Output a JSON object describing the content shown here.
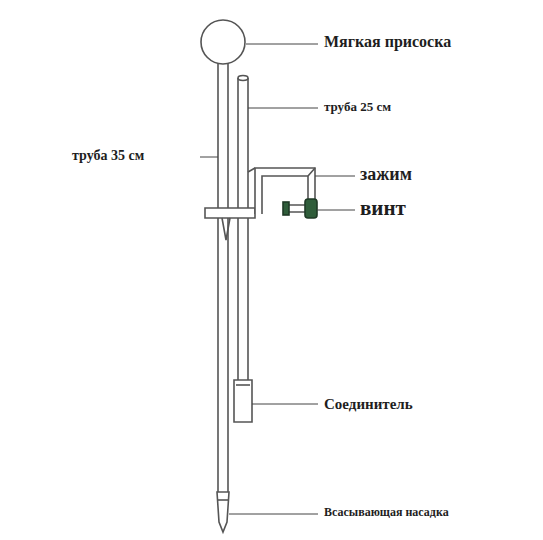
{
  "diagram": {
    "labels": [
      "Мягкая присоска",
      "труба 25 см",
      "труба 35 см",
      "зажим",
      "винт",
      "Соединитель",
      "Всасывающая насадка"
    ]
  }
}
